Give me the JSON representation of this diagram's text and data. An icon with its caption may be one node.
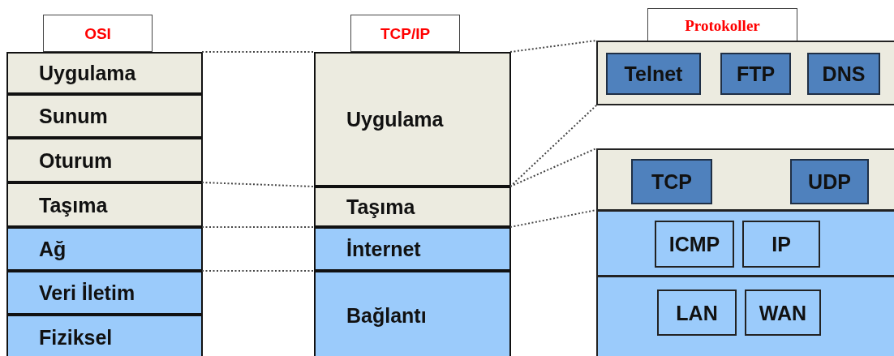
{
  "diagram": {
    "nodes": [
      {
        "text": [
          "OSI"
        ]
      },
      {
        "text": [
          "TCP/IP"
        ]
      },
      {
        "text": [
          "Protokoller"
        ]
      },
      {
        "text": [
          "Uygulama"
        ]
      },
      {
        "text": [
          "Sunum"
        ]
      },
      {
        "text": [
          "Oturum"
        ]
      },
      {
        "text": [
          "Taşıma"
        ]
      },
      {
        "text": [
          "Ağ"
        ]
      },
      {
        "text": [
          "Veri İletim"
        ]
      },
      {
        "text": [
          "Fiziksel"
        ]
      },
      {
        "text": [
          "Uygulama"
        ]
      },
      {
        "text": [
          "Taşıma"
        ]
      },
      {
        "text": [
          "İnternet"
        ]
      },
      {
        "text": [
          "Bağlantı"
        ]
      },
      {
        "text": [],
        "shape": "box"
      },
      {
        "text": [
          "Telnet"
        ],
        "in": 14
      },
      {
        "text": [
          "FTP"
        ],
        "in": 14
      },
      {
        "text": [
          "DNS"
        ],
        "in": 14
      },
      {
        "text": [],
        "shape": "box"
      },
      {
        "text": [
          "TCP"
        ],
        "in": 18
      },
      {
        "text": [
          "UDP"
        ],
        "in": 18
      },
      {
        "text": [],
        "shape": "box"
      },
      {
        "text": [
          "ICMP"
        ],
        "in": 21
      },
      {
        "text": [
          "IP"
        ],
        "in": 21
      },
      {
        "text": [],
        "shape": "box"
      },
      {
        "text": [
          "LAN"
        ],
        "in": 24
      },
      {
        "text": [
          "WAN"
        ],
        "in": 24
      }
    ],
    "edges": [
      {
        "from": 3,
        "to": 10,
        "arrow": "none",
        "style": "dashed"
      },
      {
        "from": 6,
        "to": 11,
        "arrow": "none",
        "style": "dashed"
      },
      {
        "from": 7,
        "to": 12,
        "arrow": "none",
        "style": "dashed"
      },
      {
        "from": 8,
        "to": 13,
        "arrow": "none",
        "style": "dashed"
      },
      {
        "from": 10,
        "to": 14,
        "arrow": "none",
        "style": "dashed"
      },
      {
        "from": 10,
        "to": 14,
        "arrow": "none",
        "style": "dashed"
      },
      {
        "from": 11,
        "to": 18,
        "arrow": "none",
        "style": "dashed"
      },
      {
        "from": 12,
        "to": 21,
        "arrow": "none",
        "style": "dashed"
      }
    ]
  }
}
